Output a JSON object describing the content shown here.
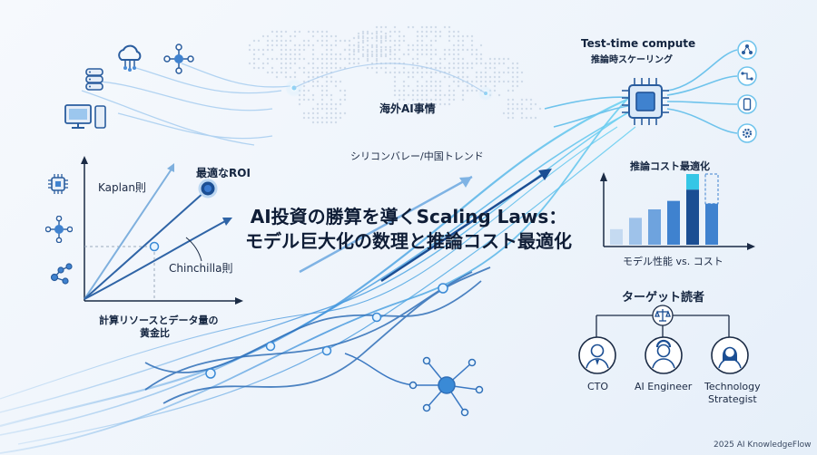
{
  "title": {
    "line1": "AI投資の勝算を導くScaling Laws：",
    "line2": "モデル巨大化の数理と推論コスト最適化"
  },
  "map": {
    "overseas_label": "海外AI事情",
    "trend_label": "シリコンバレー/中国トレンド"
  },
  "left_chart": {
    "kaplan_label": "Kaplan則",
    "optimal_roi_label": "最適なROI",
    "chinchilla_label": "Chinchilla則",
    "xlabel_line1": "計算リソースとデータ量の",
    "xlabel_line2": "黄金比"
  },
  "test_time": {
    "title": "Test-time compute",
    "subtitle": "推論時スケーリング"
  },
  "right_chart": {
    "title": "推論コスト最適化",
    "xlabel": "モデル性能 vs. コスト"
  },
  "chart_data": {
    "type": "bar",
    "title": "推論コスト最適化",
    "xlabel": "モデル性能 vs. コスト",
    "ylabel": "",
    "values": [
      0.22,
      0.38,
      0.5,
      0.62,
      0.78,
      0.58
    ],
    "highlight_values": [
      0,
      0,
      0,
      0,
      0.22,
      0
    ]
  },
  "audience": {
    "title": "ターゲット読者",
    "roles": [
      "CTO",
      "AI Engineer",
      "Technology",
      "Strategist"
    ]
  },
  "footer": {
    "copyright": "2025 AI KnowledgeFlow"
  },
  "colors": {
    "accent": "#2a7fd4",
    "navy": "#1b3a6b",
    "light_blue": "#8cc3ef",
    "cyan": "#35c6e6"
  }
}
